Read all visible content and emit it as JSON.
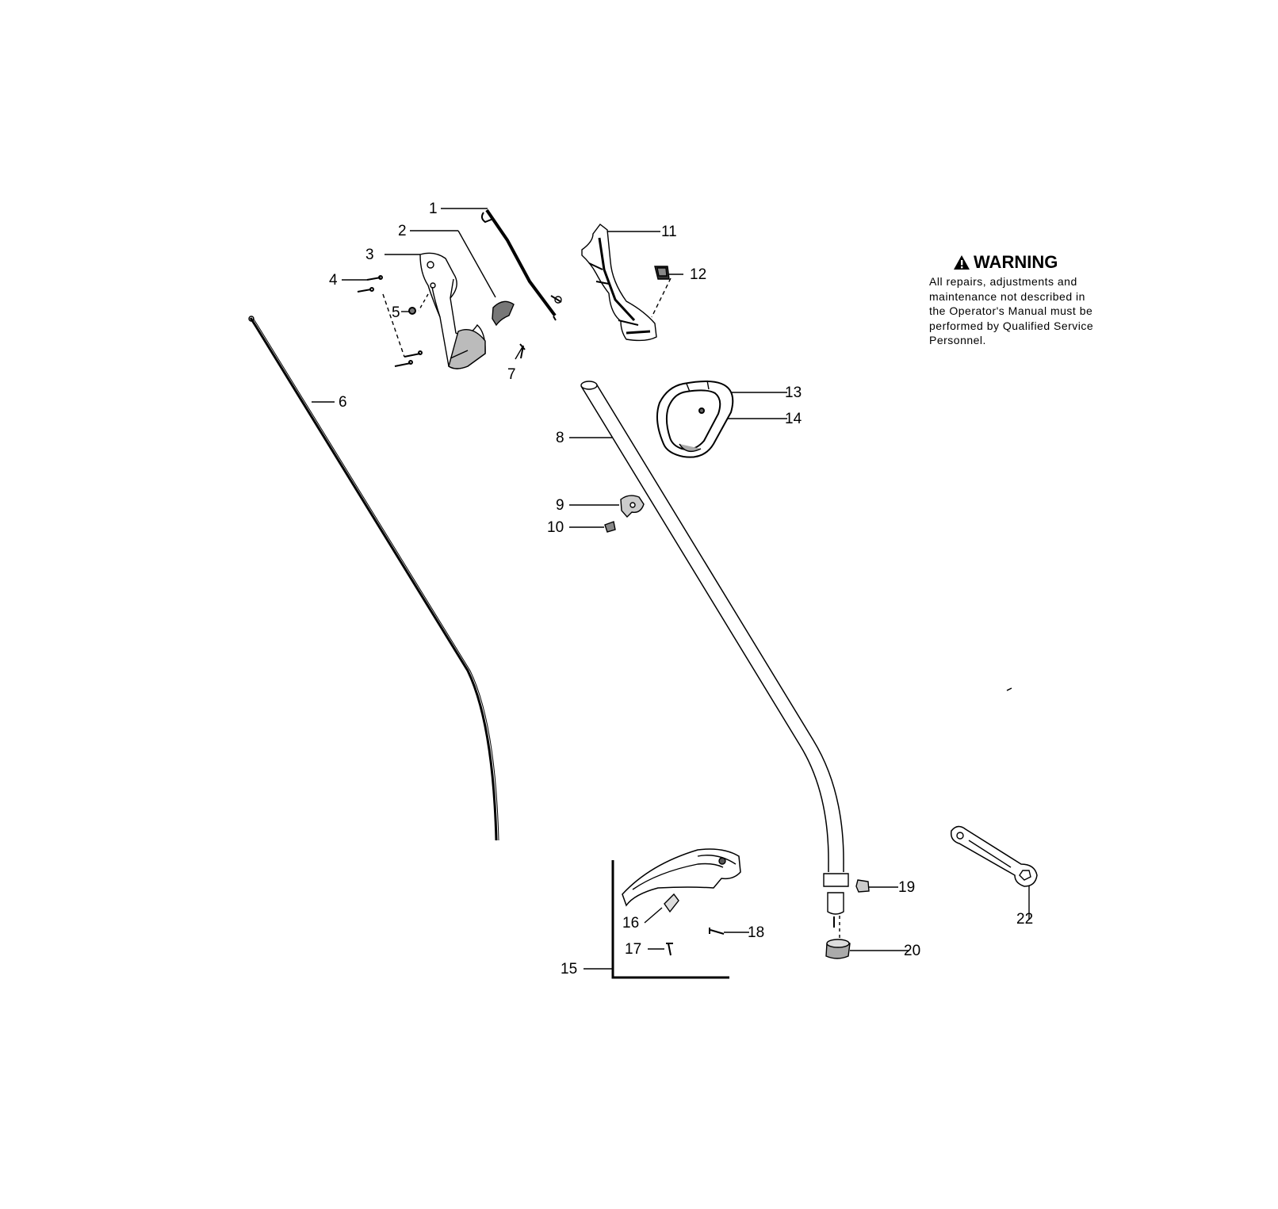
{
  "diagram": {
    "callouts": {
      "c1": "1",
      "c2": "2",
      "c3": "3",
      "c4": "4",
      "c5": "5",
      "c6": "6",
      "c7": "7",
      "c8": "8",
      "c9": "9",
      "c10": "10",
      "c11": "11",
      "c12": "12",
      "c13": "13",
      "c14": "14",
      "c15": "15",
      "c16": "16",
      "c17": "17",
      "c18": "18",
      "c19": "19",
      "c20": "20",
      "c22": "22"
    },
    "warning": {
      "title": "WARNING",
      "body": "All repairs, adjustments and\nmaintenance not described in\nthe Operator's Manual must be\nperformed by Qualified Service\nPersonnel."
    },
    "colors": {
      "line": "#000000",
      "part_fill": "#ffffff",
      "part_shade": "#9a9a9a"
    }
  }
}
